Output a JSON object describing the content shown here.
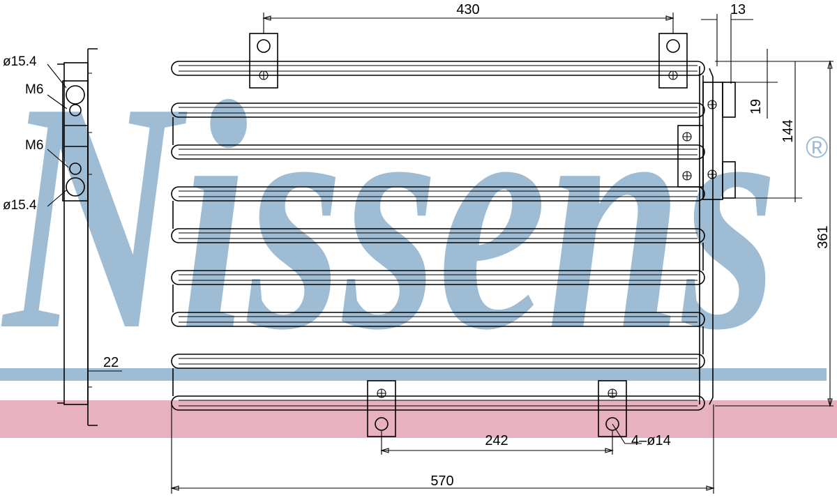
{
  "brand": {
    "wordmark": "Nissens",
    "registered_mark": "®",
    "wordmark_color": "#9ebcd4",
    "band_color": "#e8b1c0"
  },
  "dimensions": {
    "top_width": "430",
    "top_right": "13",
    "bracket_offset": "19",
    "port_spacing": "144",
    "height": "361",
    "bottom_spacing": "242",
    "overall_width": "570",
    "depth": "22",
    "hole_spec": "4–ø14"
  },
  "side_view_labels": {
    "port_top_dia": "ø15.4",
    "thread_top": "M6",
    "thread_bottom": "M6",
    "port_bottom_dia": "ø15.4"
  },
  "colors": {
    "line": "#000000"
  },
  "tube_rows": 9
}
